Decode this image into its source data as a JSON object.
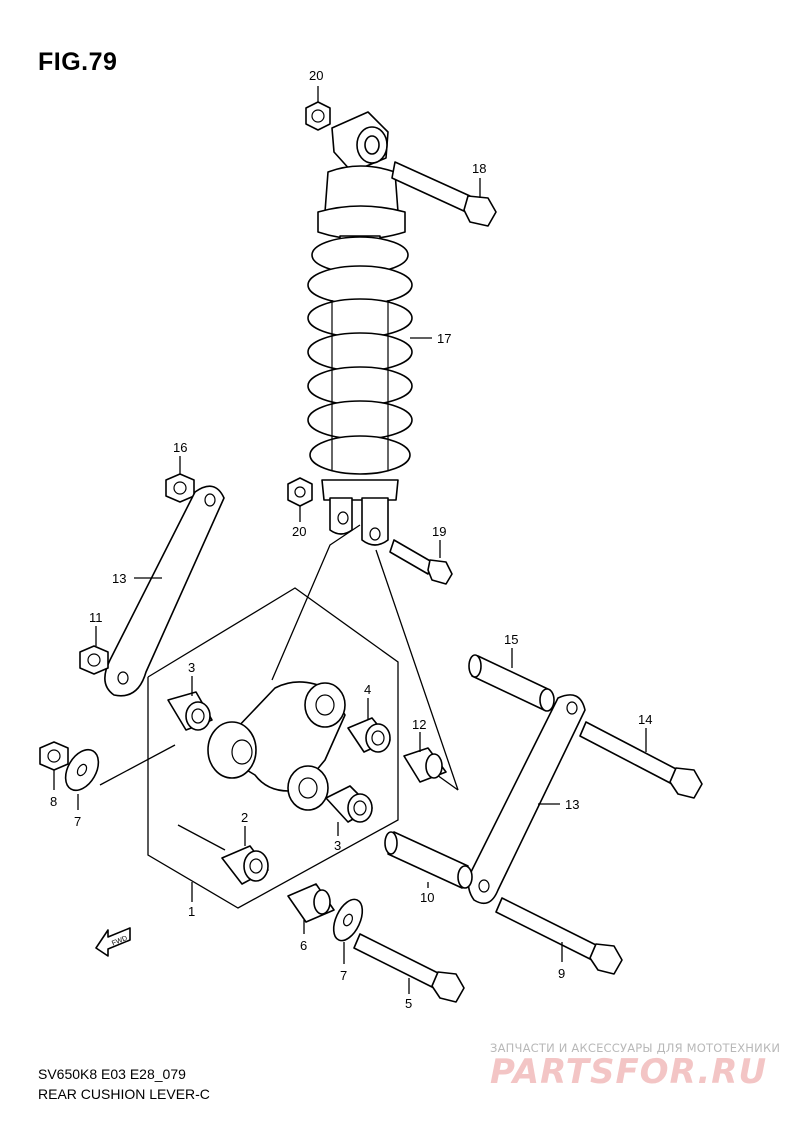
{
  "figure": {
    "title": "FIG.79",
    "model_code": "SV650K8 E03 E28_079",
    "caption": "REAR CUSHION LEVER-C",
    "fwd_arrow_label": "FWD"
  },
  "part_labels": [
    "20",
    "18",
    "17",
    "16",
    "20",
    "19",
    "13",
    "11",
    "15",
    "3",
    "4",
    "14",
    "12",
    "8",
    "7",
    "13",
    "2",
    "3",
    "10",
    "1",
    "6",
    "7",
    "9",
    "5"
  ],
  "watermark": {
    "caption": "ЗАПЧАСТИ И АКСЕССУАРЫ ДЛЯ МОТОТЕХНИКИ",
    "logo_text": "PARTSFOR.RU",
    "logo_color": "#f3c5c5"
  }
}
